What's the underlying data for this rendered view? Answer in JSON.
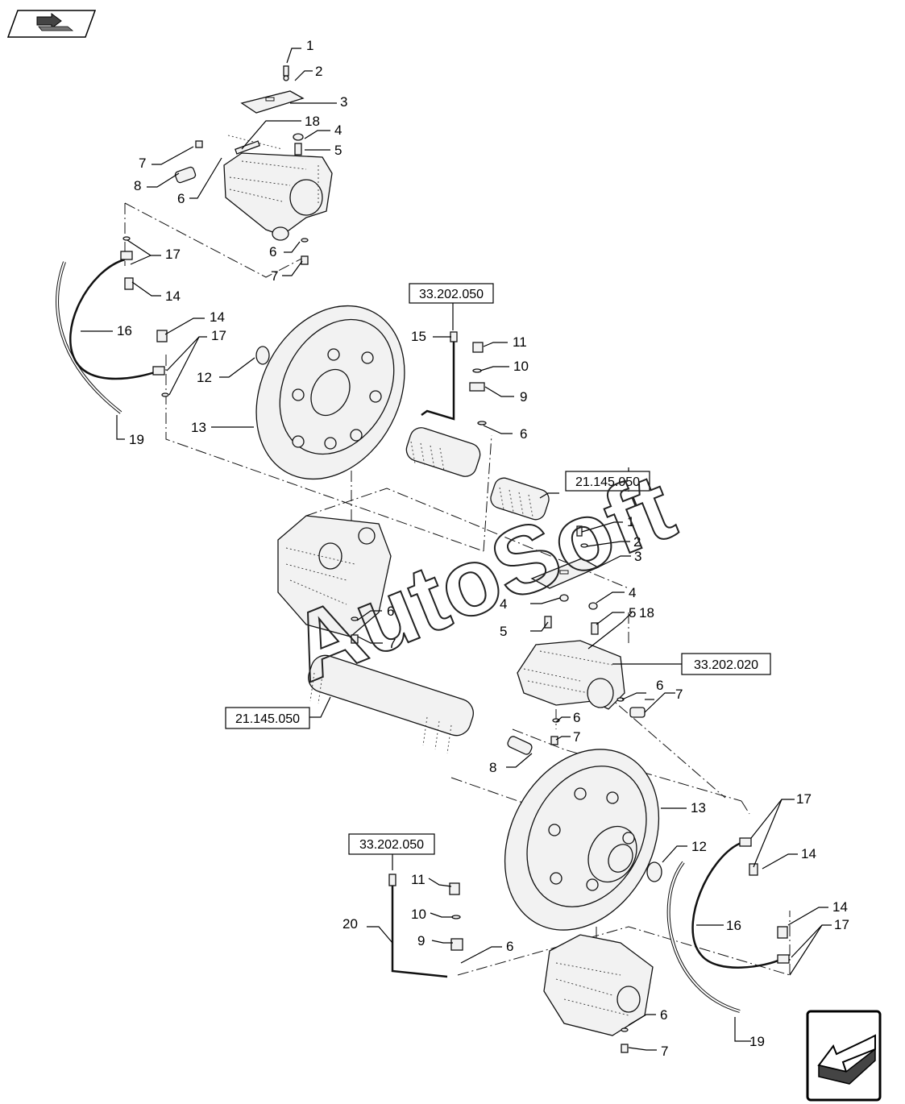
{
  "header": {
    "nav_icon": "back-arrow-icon"
  },
  "corner": {
    "nav_icon": "exit-arrow-icon"
  },
  "watermark": "AutoSoft",
  "callouts": [
    {
      "text": "1"
    },
    {
      "text": "2"
    },
    {
      "text": "3"
    },
    {
      "text": "18"
    },
    {
      "text": "4"
    },
    {
      "text": "5"
    },
    {
      "text": "7"
    },
    {
      "text": "8"
    },
    {
      "text": "6"
    },
    {
      "text": "6"
    },
    {
      "text": "7"
    },
    {
      "text": "17"
    },
    {
      "text": "14"
    },
    {
      "text": "14"
    },
    {
      "text": "16"
    },
    {
      "text": "17"
    },
    {
      "text": "12"
    },
    {
      "text": "13"
    },
    {
      "text": "19"
    },
    {
      "text": "15"
    },
    {
      "text": "11"
    },
    {
      "text": "10"
    },
    {
      "text": "9"
    },
    {
      "text": "6"
    },
    {
      "text": "1"
    },
    {
      "text": "2"
    },
    {
      "text": "3"
    },
    {
      "text": "4"
    },
    {
      "text": "4"
    },
    {
      "text": "5"
    },
    {
      "text": "5"
    },
    {
      "text": "18"
    },
    {
      "text": "6"
    },
    {
      "text": "7"
    },
    {
      "text": "6"
    },
    {
      "text": "7"
    },
    {
      "text": "6"
    },
    {
      "text": "7"
    },
    {
      "text": "8"
    },
    {
      "text": "13"
    },
    {
      "text": "12"
    },
    {
      "text": "17"
    },
    {
      "text": "14"
    },
    {
      "text": "14"
    },
    {
      "text": "17"
    },
    {
      "text": "16"
    },
    {
      "text": "11"
    },
    {
      "text": "10"
    },
    {
      "text": "9"
    },
    {
      "text": "6"
    },
    {
      "text": "20"
    },
    {
      "text": "6"
    },
    {
      "text": "7"
    },
    {
      "text": "19"
    }
  ],
  "references": [
    {
      "text": "33.202.050"
    },
    {
      "text": "21.145.050"
    },
    {
      "text": "33.202.020"
    },
    {
      "text": "21.145.050"
    },
    {
      "text": "33.202.050"
    }
  ]
}
